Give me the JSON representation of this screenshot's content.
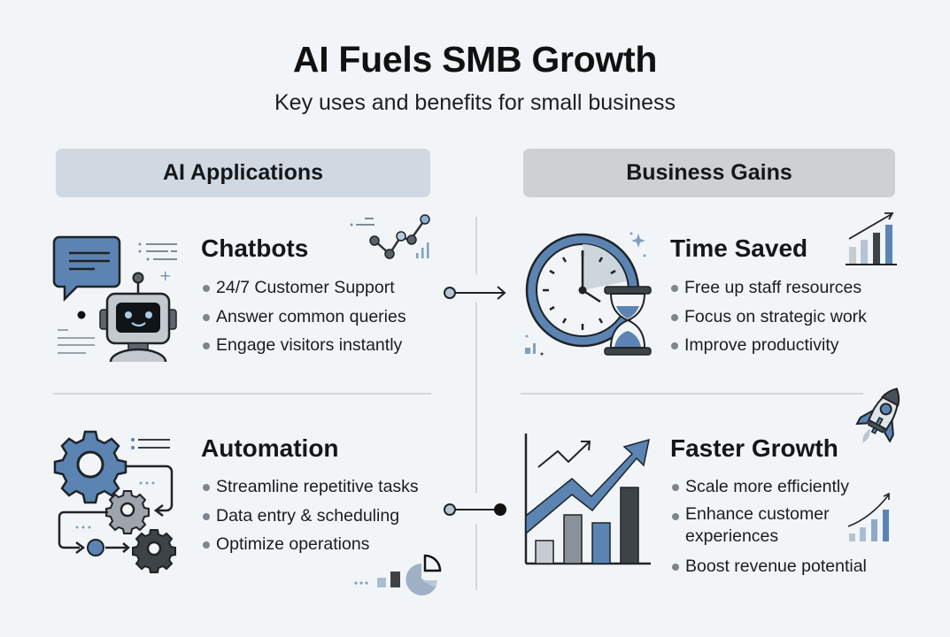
{
  "header": {
    "title": "AI Fuels SMB Growth",
    "subtitle": "Key uses and benefits for small business"
  },
  "columns": {
    "left": {
      "label": "AI Applications"
    },
    "right": {
      "label": "Business Gains"
    }
  },
  "sections": {
    "chatbots": {
      "title": "Chatbots",
      "icon": "robot-chat-icon",
      "bullets": [
        "24/7 Customer Support",
        "Answer common queries",
        "Engage visitors instantly"
      ]
    },
    "automation": {
      "title": "Automation",
      "icon": "gears-workflow-icon",
      "bullets": [
        "Streamline repetitive tasks",
        "Data entry & scheduling",
        "Optimize operations"
      ]
    },
    "time_saved": {
      "title": "Time Saved",
      "icon": "clock-hourglass-icon",
      "bullets": [
        "Free up staff resources",
        "Focus on strategic work",
        "Improve productivity"
      ]
    },
    "faster_growth": {
      "title": "Faster Growth",
      "icon": "growth-chart-icon",
      "bullets": [
        "Scale more efficiently",
        "Enhance customer experiences",
        "Boost revenue potential"
      ]
    }
  },
  "connectors": [
    {
      "from": "chatbots",
      "to": "time_saved",
      "style": "arrow"
    },
    {
      "from": "automation",
      "to": "faster_growth",
      "style": "dot"
    }
  ],
  "colors": {
    "background": "#f2f5f7",
    "accent_blue": "#5b84b3",
    "dark_gray": "#3f4449",
    "left_header_bg": "#d0d9e2",
    "right_header_bg": "#cdd1d4"
  }
}
